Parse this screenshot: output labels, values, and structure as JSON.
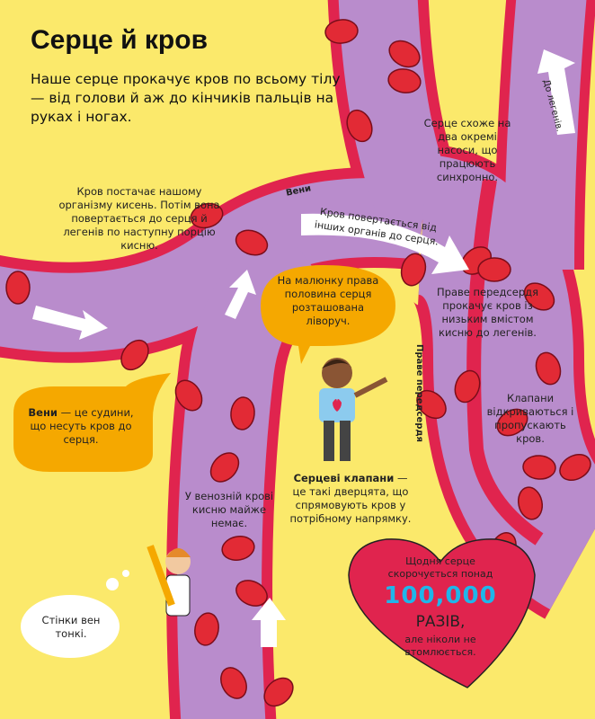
{
  "title": "Серце й кров",
  "intro": "Наше серце прокачує кров по всьому тілу — від голови й аж до кінчиків пальців на руках і ногах.",
  "labels": {
    "veins": "Вени",
    "right_atrium": "Праве передсердя",
    "to_lungs": "До легенів."
  },
  "notes": {
    "blood_supply": "Кров постачає нашому організму кисень. Потім вона повертається до серця й легенів по наступну порцію кисню.",
    "two_pumps": "Серце схоже на два окремі насоси, що працюють синхронно.",
    "returns": "Кров повертається від інших органів до серця.",
    "right_half": "На малюнку права половина серця розташована ліворуч.",
    "atrium_pumps": "Праве передсердя прокачує кров із низьким вмістом кисню до легенів.",
    "valves_open": "Клапани відкриваються і пропускають кров.",
    "veins_term": "Вени",
    "veins_def": "— це судини, що несуть кров до серця.",
    "valves_term": "Серцеві клапани",
    "valves_def": "— це такі дверцята, що спрямовують кров у потрібному напрямку.",
    "venous": "У венозній крові кисню майже немає.",
    "thin_walls": "Стінки вен тонкі."
  },
  "heart_fact": {
    "line1": "Щодня серце скорочується понад",
    "number": "100,000",
    "unit": "РАЗІВ,",
    "line2": "але ніколи не втомлюється."
  },
  "colors": {
    "bg": "#fbe96b",
    "vessel": "#e0244e",
    "lumen": "#b98ccc",
    "cell": "#e22a35",
    "callout": "#f5a800"
  }
}
